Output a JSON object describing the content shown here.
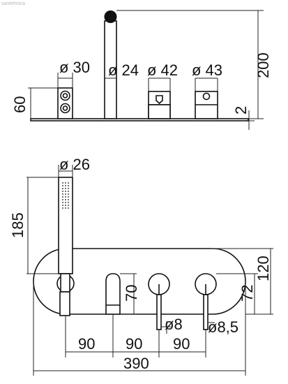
{
  "watermark": "santehnica",
  "top_view": {
    "labels": {
      "d30": "ø 30",
      "d24": "ø 24",
      "d42": "ø 42",
      "d43": "ø 43",
      "h200": "200",
      "h60": "60",
      "h2": "2"
    }
  },
  "front_view": {
    "labels": {
      "d26": "ø 26",
      "h185": "185",
      "h120": "120",
      "h72": "72",
      "h70": "70",
      "d8": "ø8",
      "d8_5": "ø8,5",
      "w90_1": "90",
      "w90_2": "90",
      "w90_3": "90",
      "w390": "390"
    }
  },
  "colors": {
    "line": "#111111",
    "background": "#ffffff"
  }
}
